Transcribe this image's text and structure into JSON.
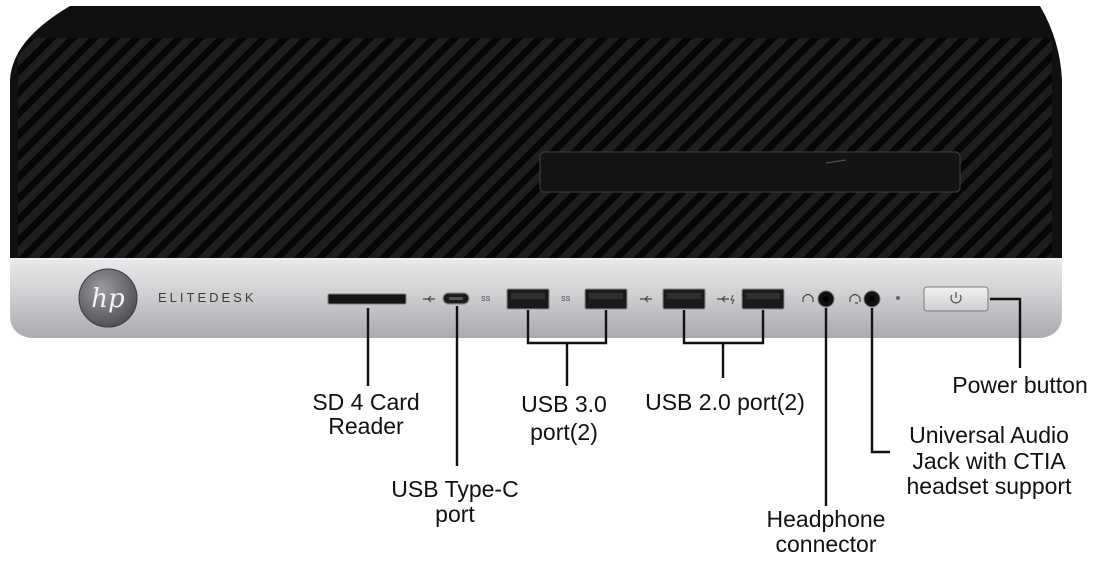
{
  "brand": {
    "logo": "hp",
    "model": "ELITEDESK"
  },
  "callouts": {
    "sd_card": [
      "SD 4 Card",
      "Reader"
    ],
    "usb_c": [
      "USB Type-C",
      "port"
    ],
    "usb3": [
      "USB 3.0",
      "port(2)"
    ],
    "usb2": [
      "USB 2.0 port(2)"
    ],
    "headphone": [
      "Headphone",
      "connector"
    ],
    "audio_jack": [
      "Universal Audio",
      "Jack with CTIA",
      "headset support"
    ],
    "power": [
      "Power button"
    ]
  },
  "port_icons": [
    "usb-icon",
    "superspeed-icon",
    "headphone-icon",
    "headset-icon",
    "power-icon"
  ],
  "colors": {
    "chassis": "#1c1c1c",
    "front_panel": "#c9cacc",
    "port_blue": "#2a2a2a"
  }
}
